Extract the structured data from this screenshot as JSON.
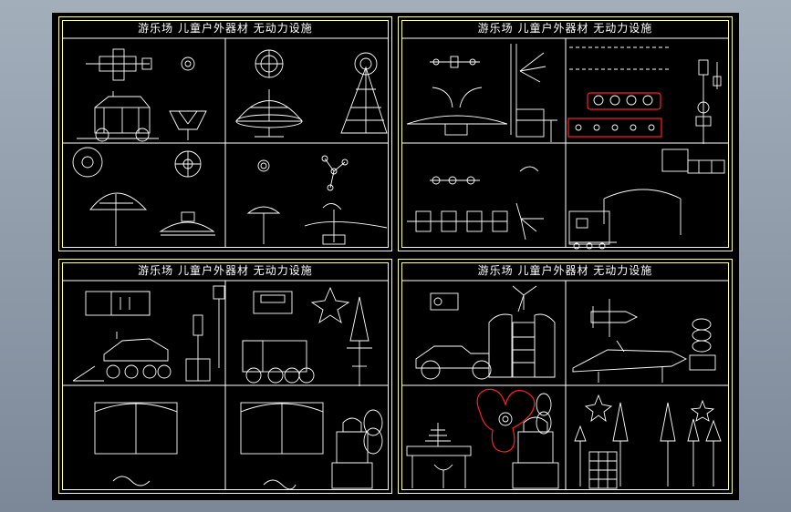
{
  "drawing": {
    "background_color": "#000000",
    "frame_color": "#ffffa0",
    "line_color": "#ffffff",
    "highlight_color": "#ff2020"
  },
  "sheets": [
    {
      "title": "游乐场   儿童户外器材  无动力设施"
    },
    {
      "title": "游乐场   儿童户外器材  无动力设施"
    },
    {
      "title": "游乐场   儿童户外器材  无动力设施"
    },
    {
      "title": "游乐场   儿童户外器材  无动力设施"
    }
  ]
}
